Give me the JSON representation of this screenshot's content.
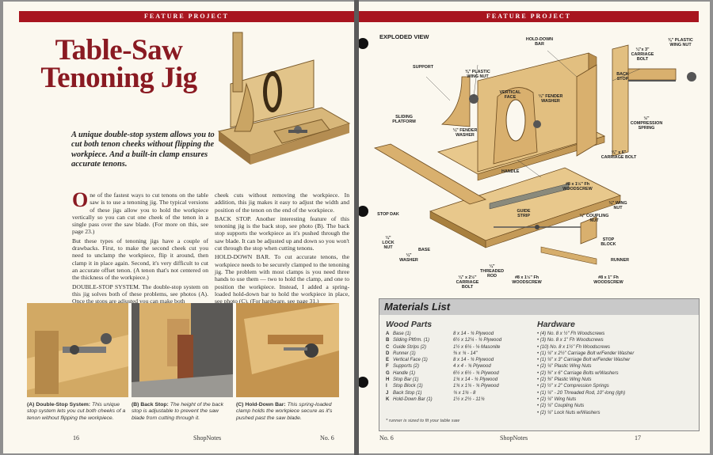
{
  "left": {
    "banner": "FEATURE PROJECT",
    "title": "Table-Saw Tenoning Jig",
    "intro": "A unique double-stop system allows you to cut both tenon cheeks without flipping the workpiece. And a built-in clamp ensures accurate tenons.",
    "col1": [
      "One of the fastest ways to cut tenons on the table saw is to use a tenoning jig. The typical versions of these jigs allow you to hold the workpiece vertically so you can cut one cheek of the tenon in a single pass over the saw blade. (For more on this, see page 23.)",
      "But these types of tenoning jigs have a couple of drawbacks. First, to make the second cheek cut you need to unclamp the workpiece, flip it around, then clamp it in place again. Second, it's very difficult to cut an accurate offset tenon. (A tenon that's not centered on the thickness of the workpiece.)",
      "DOUBLE-STOP SYSTEM. The double-stop system on this jig solves both of these problems, see photos (A). Once the stops are adjusted you can make both"
    ],
    "col2": [
      "cheek cuts without removing the workpiece. In addition, this jig makes it easy to adjust the width and position of the tenon on the end of the workpiece.",
      "BACK STOP. Another interesting feature of this tenoning jig is the back stop, see photo (B). The back stop supports the workpiece as it's pushed through the saw blade. It can be adjusted up and down so you won't cut through the stop when cutting tenons.",
      "HOLD-DOWN BAR. To cut accurate tenons, the workpiece needs to be securely clamped to the tenoning jig. The problem with most clamps is you need three hands to use them — two to hold the clamp, and one to position the workpiece. Instead, I added a spring-loaded hold-down bar to hold the workpiece in place, see photo (C). (For hardware, see page 31.)"
    ],
    "captions": [
      {
        "head": "(A) Double-Stop System:",
        "text": "This unique stop system lets you cut both cheeks of a tenon without flipping the workpiece."
      },
      {
        "head": "(B) Back Stop:",
        "text": "The height of the back stop is adjustable to prevent the saw blade from cutting through it."
      },
      {
        "head": "(C) Hold-Down Bar:",
        "text": "This spring-loaded clamp holds the workpiece secure as it's pushed past the saw blade."
      }
    ],
    "folio_num": "16",
    "folio_brand": "ShopNotes",
    "folio_issue": "No. 6"
  },
  "right": {
    "banner": "FEATURE PROJECT",
    "exploded": "EXPLODED VIEW",
    "labels": {
      "support": "SUPPORT",
      "plastic_knob": "⅜\" PLASTIC WING NUT",
      "vertical_face": "VERTICAL FACE",
      "fender_washer": "¼\" FENDER WASHER",
      "sliding": "SLIDING PLATFORM",
      "fender2": "¼\" FENDER WASHER",
      "handle": "HANDLE",
      "hold_down": "HOLD-DOWN BAR",
      "carriage": "¼\"x 3\" CARRIAGE BOLT",
      "back_stop": "BACK STOP",
      "wing_nut_tr": "⅜\" PLASTIC WING NUT",
      "spring": "½\" COMPRESSION SPRING",
      "carriage2": "⅜\" x 6\" CARRIAGE BOLT",
      "screw1": "#8 x 1½\" Fh WOODSCREW",
      "wing_nut": "¼\" WING NUT",
      "coupling": "¼\" COUPLING NUT",
      "guide": "GUIDE STRIP",
      "stop_dak": "STOP DAK",
      "lock_nut": "¼\" LOCK NUT",
      "washer": "¼\" WASHER",
      "base": "BASE",
      "carriage3": "¼\" x 2½\" CARRIAGE BOLT",
      "rod": "¼\" THREADED ROD",
      "screw2": "#8 x 1½\" Fh WOODSCREW",
      "stop_block": "STOP BLOCK",
      "runner": "RUNNER",
      "screw3": "#8 x 1\" Fh WOODSCREW"
    },
    "materials_title": "Materials List",
    "wood_head": "Wood Parts",
    "hardware_head": "Hardware",
    "wood": [
      {
        "l": "A",
        "n": "Base (1)",
        "d": "8 x 14 - ¾ Plywood"
      },
      {
        "l": "B",
        "n": "Sliding Pltfrm. (1)",
        "d": "6½ x 12¼ - ¾ Plywood"
      },
      {
        "l": "C",
        "n": "Guide Strips (2)",
        "d": "1½ x 6¼ - ⅛ Masonite"
      },
      {
        "l": "D",
        "n": "Runner (1)",
        "d": "⅜ x ¾ - 14\""
      },
      {
        "l": "E",
        "n": "Vertical Face (1)",
        "d": "8 x 14 - ¾ Plywood"
      },
      {
        "l": "F",
        "n": "Supports (2)",
        "d": "4 x 4 - ¾ Plywood"
      },
      {
        "l": "G",
        "n": "Handle (1)",
        "d": "6½ x 6½ - ¾ Plywood"
      },
      {
        "l": "H",
        "n": "Stop Bar (1)",
        "d": "1¾ x 14 - ¾ Plywood"
      },
      {
        "l": "I",
        "n": "Stop Block (1)",
        "d": "1¾ x 1¾ - ¾ Plywood"
      },
      {
        "l": "J",
        "n": "Back Stop (1)",
        "d": "¾ x 1¾ - 8"
      },
      {
        "l": "K",
        "n": "Hold-Down Bar (1)",
        "d": "1½ x 2½ - 11¾"
      }
    ],
    "hardware": [
      "(4) No. 8 x ½\" Fh Woodscrews",
      "(3) No. 8 x 1\" Fh Woodscrews",
      "(10) No. 8 x 1½\" Fh Woodscrews",
      "(1) ¼\" x 2½\" Carriage Bolt w/Fender Washer",
      "(1) ¼\" x 3\" Carriage Bolt w/Fender Washer",
      "(2) ¼\" Plastic Wing Nuts",
      "(2) ⅜\" x 6\" Carriage Bolts w/Washers",
      "(2) ⅜\" Plastic Wing Nuts",
      "(2) ½\" x 2\" Compression Springs",
      "(1) ¼\" - 20 Threaded Rod, 10\"-long (lgh)",
      "(2) ¼\" Wing Nuts",
      "(2) ¼\" Coupling Nuts",
      "(2) ¼\" Lock Nuts w/Washers"
    ],
    "note": "* runner is sized to fit your table saw",
    "folio_num": "17",
    "folio_brand": "ShopNotes",
    "folio_issue": "No. 6"
  }
}
